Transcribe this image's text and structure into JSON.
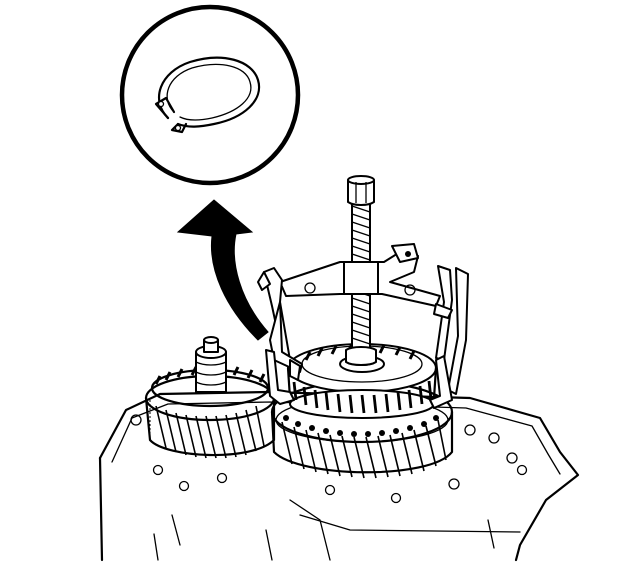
{
  "figure": {
    "subject": "puller-removing-gear-from-transmission-shaft",
    "callout_part": "snap-ring",
    "arrow_direction": "up-left"
  },
  "colors": {
    "ink": "#000000",
    "background": "#ffffff"
  }
}
